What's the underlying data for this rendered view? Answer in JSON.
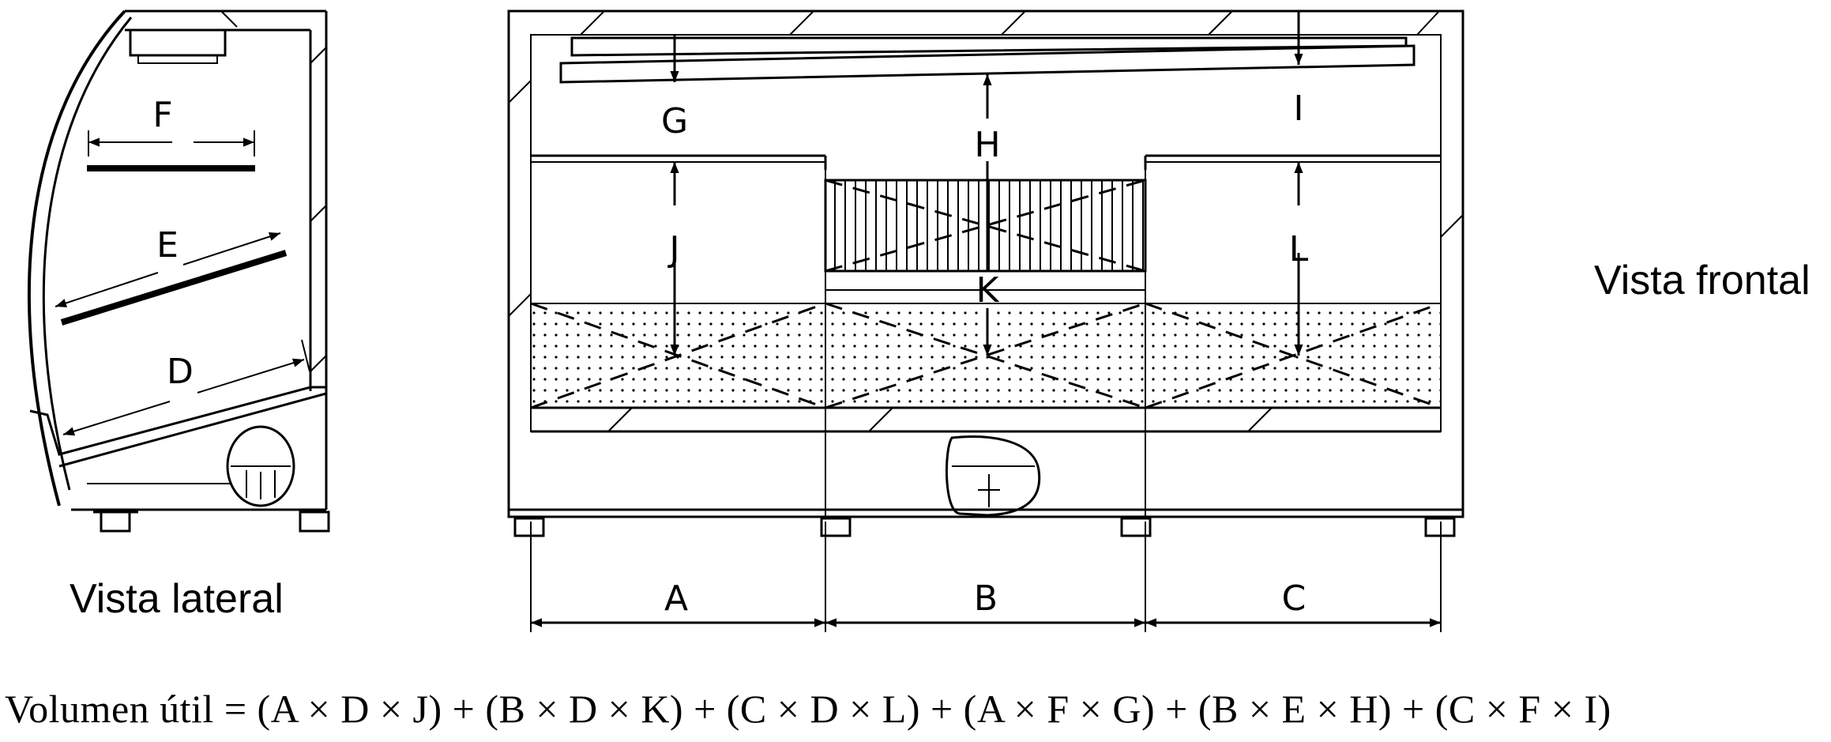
{
  "labels": {
    "side_view": "Vista lateral",
    "front_view": "Vista frontal"
  },
  "formula": "Volumen útil = (A × D × J) + (B × D × K) + (C × D × L) + (A × F × G) + (B × E × H) + (C × F × I)",
  "dimensions": {
    "A": "A",
    "B": "B",
    "C": "C",
    "D": "D",
    "E": "E",
    "F": "F",
    "G": "G",
    "H": "H",
    "I": "I",
    "J": "J",
    "K": "K",
    "L": "L"
  }
}
